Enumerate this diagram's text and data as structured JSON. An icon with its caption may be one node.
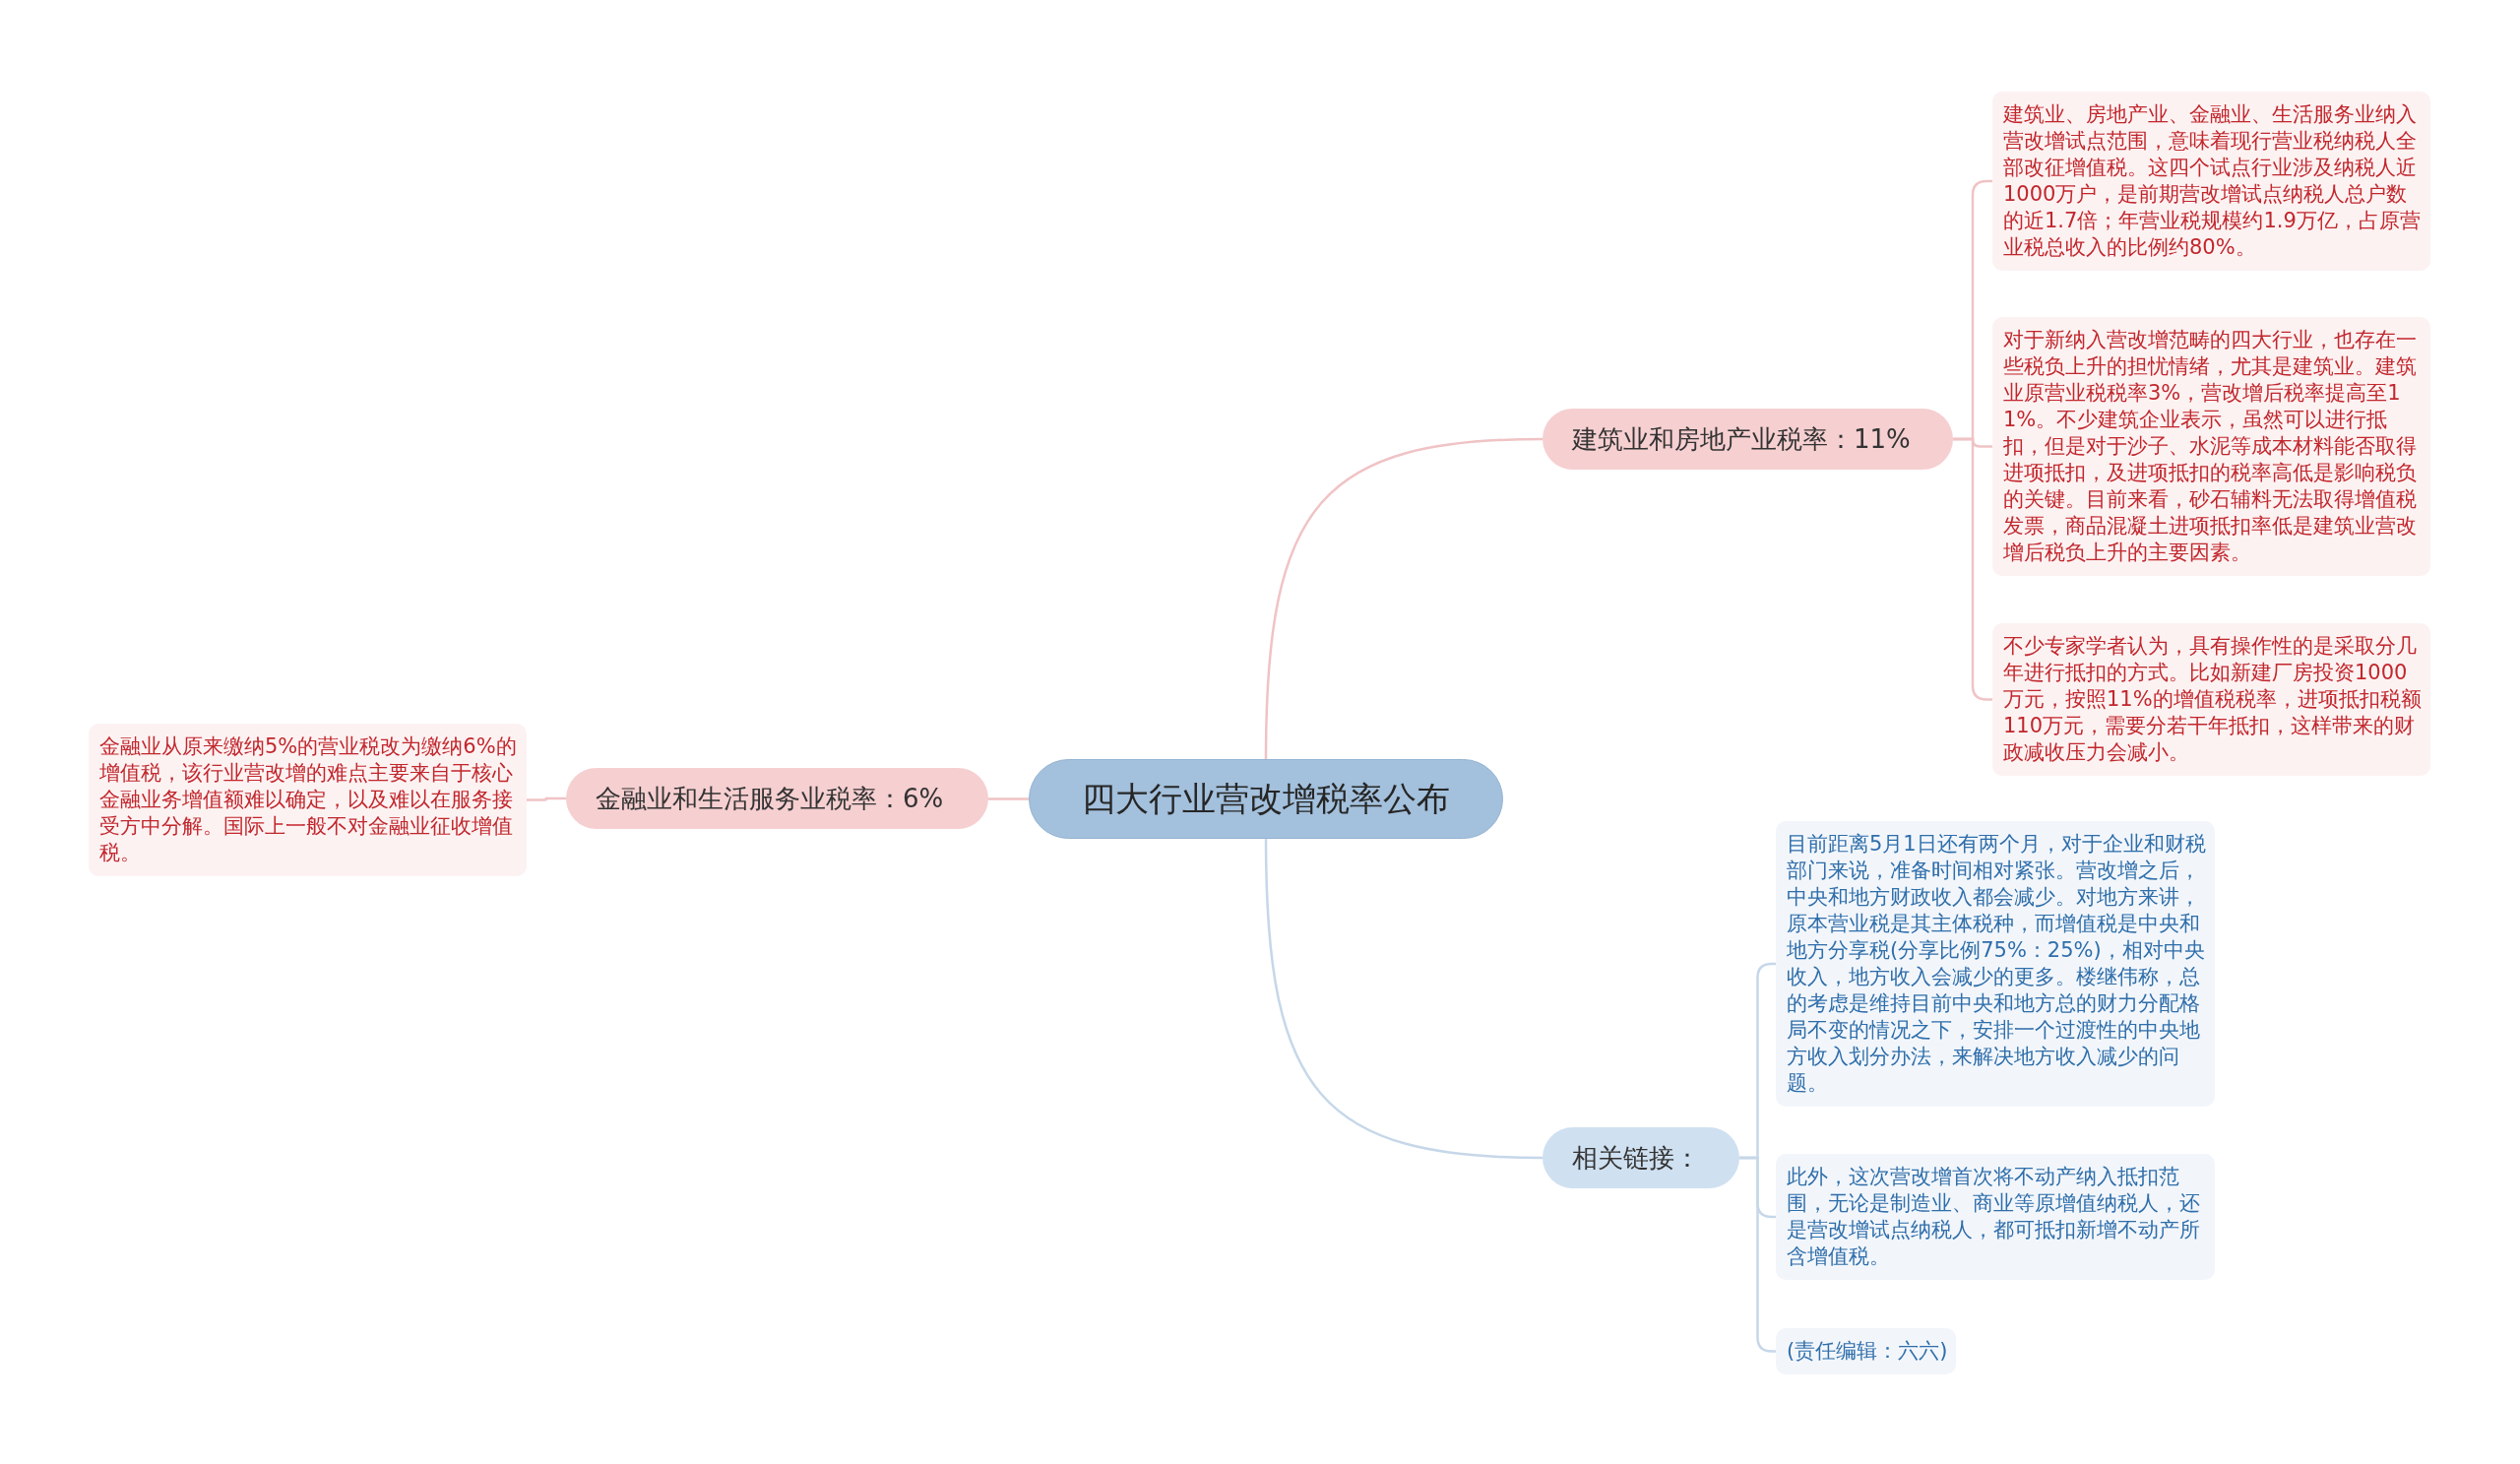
{
  "diagram": {
    "nodes": [
      {
        "text": [
          "四大行业营改增税率公布"
        ]
      },
      {
        "text": [
          "建筑业和房地产业税率：11%"
        ]
      },
      {
        "text": [
          "建筑业、房地产业、金融业、生活服务业纳入营改增试点范围，意味着现行营业税纳税人全部改征增值税。这四个试点行业涉及纳税人近1000万户，是前期营改增试点纳税人总户数的近1.7倍；年营业税规模约1.9万亿，占原营业税总收入的比例约80%。"
        ]
      },
      {
        "text": [
          "对于新纳入营改增范畴的四大行业，也存在一些税负上升的担忧情绪，尤其是建筑业。建筑业原营业税税率3%，营改增后税率提高至11%。不少建筑企业表示，虽然可以进行抵扣，但是对于沙子、水泥等成本材料能否取得进项抵扣，及进项抵扣的税率高低是影响税负的关键。目前来看，砂石辅料无法取得增值税发票，商品混凝土进项抵扣率低是建筑业营改增后税负上升的主要因素。"
        ]
      },
      {
        "text": [
          "不少专家学者认为，具有操作性的是采取分几年进行抵扣的方式。比如新建厂房投资1000万元，按照11%的增值税税率，进项抵扣税额110万元，需要分若干年抵扣，这样带来的财政减收压力会减小。"
        ]
      },
      {
        "text": [
          "金融业和生活服务业税率：6%"
        ]
      },
      {
        "text": [
          "金融业从原来缴纳5%的营业税改为缴纳6%的增值税，该行业营改增的难点主要来自于核心金融业务增值额难以确定，以及难以在服务接受方中分解。国际上一般不对金融业征收增值税。"
        ]
      },
      {
        "text": [
          "相关链接："
        ]
      },
      {
        "text": [
          "目前距离5月1日还有两个月，对于企业和财税部门来说，准备时间相对紧张。营改增之后，中央和地方财政收入都会减少。对地方来讲，原本营业税是其主体税种，而增值税是中央和地方分享税(分享比例75%：25%)，相对中央收入，地方收入会减少的更多。楼继伟称，总的考虑是维持目前中央和地方总的财力分配格局不变的情况之下，安排一个过渡性的中央地方收入划分办法，来解决地方收入减少的问题。"
        ]
      },
      {
        "text": [
          "此外，这次营改增首次将不动产纳入抵扣范围，无论是制造业、商业等原增值纳税人，还是营改增试点纳税人，都可抵扣新增不动产所含增值税。"
        ]
      },
      {
        "text": [
          "(责任编辑：六六)"
        ]
      }
    ],
    "edges": [
      {
        "from": 0,
        "to": 1,
        "arrow": "none"
      },
      {
        "from": 1,
        "to": 2,
        "arrow": "none"
      },
      {
        "from": 1,
        "to": 3,
        "arrow": "none"
      },
      {
        "from": 1,
        "to": 4,
        "arrow": "none"
      },
      {
        "from": 0,
        "to": 5,
        "arrow": "none"
      },
      {
        "from": 5,
        "to": 6,
        "arrow": "none"
      },
      {
        "from": 0,
        "to": 7,
        "arrow": "none",
        "color": "#c6d7e9"
      },
      {
        "from": 7,
        "to": 8,
        "arrow": "none",
        "color": "#c6d7e9"
      },
      {
        "from": 7,
        "to": 9,
        "arrow": "none",
        "color": "#c6d7e9"
      },
      {
        "from": 7,
        "to": 10,
        "arrow": "none",
        "color": "#c6d7e9"
      }
    ]
  }
}
